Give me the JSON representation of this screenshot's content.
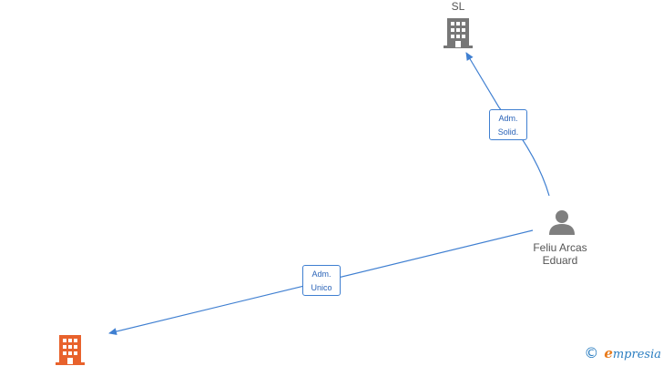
{
  "nodes": {
    "company_top": {
      "label": "SL",
      "color": "#777777"
    },
    "person": {
      "label_line1": "Feliu Arcas",
      "label_line2": "Eduard",
      "color": "#7f7f7f"
    },
    "company_bottom": {
      "color": "#e8622c"
    }
  },
  "edges": [
    {
      "role_line1": "Adm.",
      "role_line2": "Solid."
    },
    {
      "role_line1": "Adm.",
      "role_line2": "Unico"
    }
  ],
  "colors": {
    "edge": "#3f7fd1"
  },
  "brand": {
    "copyright": "©",
    "name_initial": "e",
    "name_rest": "mpresia"
  }
}
